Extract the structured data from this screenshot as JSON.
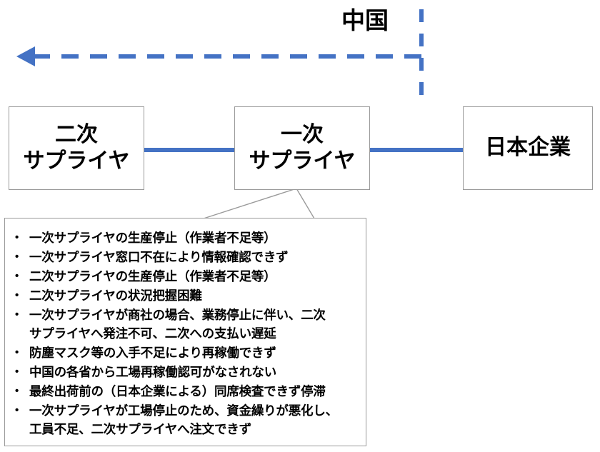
{
  "diagram": {
    "title_label": "中国",
    "colors": {
      "accent_blue": "#4472C4",
      "box_border": "#9a9a9a",
      "text": "#000000",
      "background": "#ffffff"
    },
    "nodes": [
      {
        "id": "secondary-supplier",
        "label": "二次\nサプライヤ"
      },
      {
        "id": "primary-supplier",
        "label": "一次\nサプライヤ"
      },
      {
        "id": "japanese-company",
        "label": "日本企業"
      }
    ],
    "connectors": [
      {
        "id": "secondary-primary",
        "style": "solid",
        "from": "secondary-supplier",
        "to": "primary-supplier"
      },
      {
        "id": "primary-japanese",
        "style": "solid",
        "from": "primary-supplier",
        "to": "japanese-company"
      },
      {
        "id": "china-boundary",
        "style": "dashed-vertical",
        "label": "中国"
      },
      {
        "id": "impact-arrow",
        "style": "dashed-arrow-left",
        "direction": "left"
      }
    ],
    "issue_list": {
      "source_node": "primary-supplier",
      "items": [
        "一次サプライヤの生産停止（作業者不足等）",
        "一次サプライヤ窓口不在により情報確認できず",
        "二次サプライヤの生産停止（作業者不足等）",
        "二次サプライヤの状況把握困難",
        "一次サプライヤが商社の場合、業務停止に伴い、二次\nサプライヤへ発注不可、二次への支払い遅延",
        "防塵マスク等の入手不足により再稼働できず",
        "中国の各省から工場再稼働認可がなされない",
        "最終出荷前の（日本企業による）同席検査できず停滞",
        "一次サプライヤが工場停止のため、資金繰りが悪化し、\n工員不足、二次サプライヤへ注文できず"
      ]
    }
  }
}
